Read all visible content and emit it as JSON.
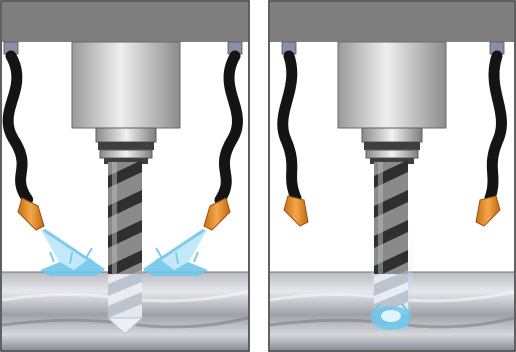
{
  "figure": {
    "panels": [
      {
        "id": "left",
        "coolant_delivery": "external-nozzles",
        "nozzle_count": 2,
        "spray": "aimed-at-cutting-zone"
      },
      {
        "id": "right",
        "coolant_delivery": "through-spindle",
        "nozzle_count": 2,
        "spray": "along-tool-to-tip"
      }
    ],
    "colors": {
      "spindle_housing": "#7f7f7f",
      "spindle_light": "#e6e6e6",
      "drill_flute": "#2f2f2f",
      "drill_body": "#8a8a8a",
      "hose": "#141414",
      "hose_fitting": "#8a8fa8",
      "nozzle": "#e08a2a",
      "coolant": "#6fc7ea",
      "workpiece_light": "#d9dbe0",
      "workpiece_dark": "#8f9299",
      "frame": "#2b2b2b",
      "background": "#ffffff"
    },
    "icons": [
      "spindle-icon",
      "drill-bit-icon",
      "coolant-hose-icon",
      "nozzle-icon",
      "workpiece-icon"
    ]
  }
}
